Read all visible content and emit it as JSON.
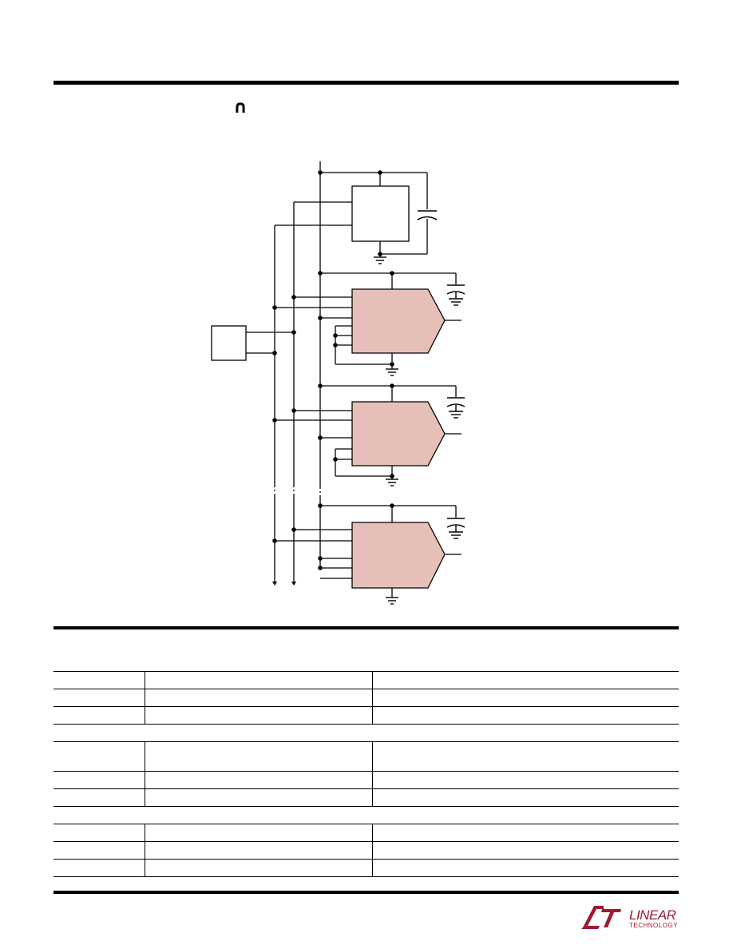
{
  "header": {
    "glyph": "∩"
  },
  "colors": {
    "amp_fill": "#e6c0b8",
    "line": "#000000"
  },
  "schematic": {
    "regulator_label": "",
    "driver_label": ""
  },
  "spec_table": {
    "rows": [
      {
        "type": "row",
        "cells": [
          "",
          "",
          ""
        ]
      },
      {
        "type": "row",
        "cells": [
          "",
          "",
          ""
        ]
      },
      {
        "type": "row",
        "cells": [
          "",
          "",
          ""
        ]
      },
      {
        "type": "gap",
        "cells": [
          ""
        ]
      },
      {
        "type": "tall",
        "cells": [
          "",
          "",
          ""
        ]
      },
      {
        "type": "row",
        "cells": [
          "",
          "",
          ""
        ]
      },
      {
        "type": "row",
        "cells": [
          "",
          "",
          ""
        ]
      },
      {
        "type": "gap",
        "cells": [
          ""
        ]
      },
      {
        "type": "row",
        "cells": [
          "",
          "",
          ""
        ]
      },
      {
        "type": "row",
        "cells": [
          "",
          "",
          ""
        ]
      },
      {
        "type": "row",
        "cells": [
          "",
          "",
          ""
        ]
      }
    ]
  },
  "footer": {
    "logo_text": "LINEAR",
    "logo_subtext": "TECHNOLOGY"
  }
}
